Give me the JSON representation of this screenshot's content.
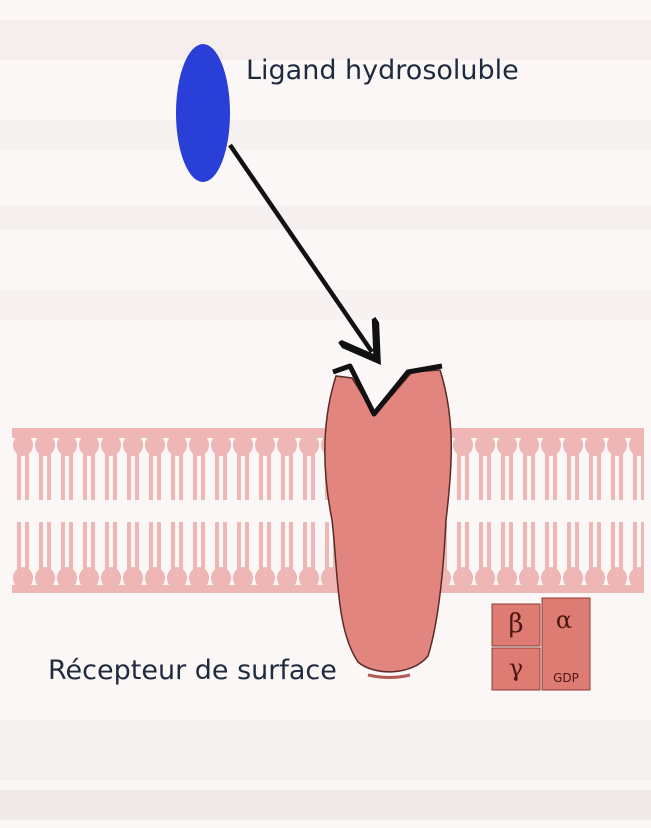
{
  "labels": {
    "ligand": "Ligand hydrosoluble",
    "receptor": "Récepteur de surface"
  },
  "g_protein": {
    "beta": "β",
    "alpha": "α",
    "gamma": "γ",
    "alpha_bound": "GDP"
  },
  "colors": {
    "ligand": "#2a3fd8",
    "membrane": "#eeb6b4",
    "membrane_dark": "#e29a98",
    "receptor": "#e3857f",
    "g_protein": "#de7b73",
    "arrow": "#111111"
  }
}
